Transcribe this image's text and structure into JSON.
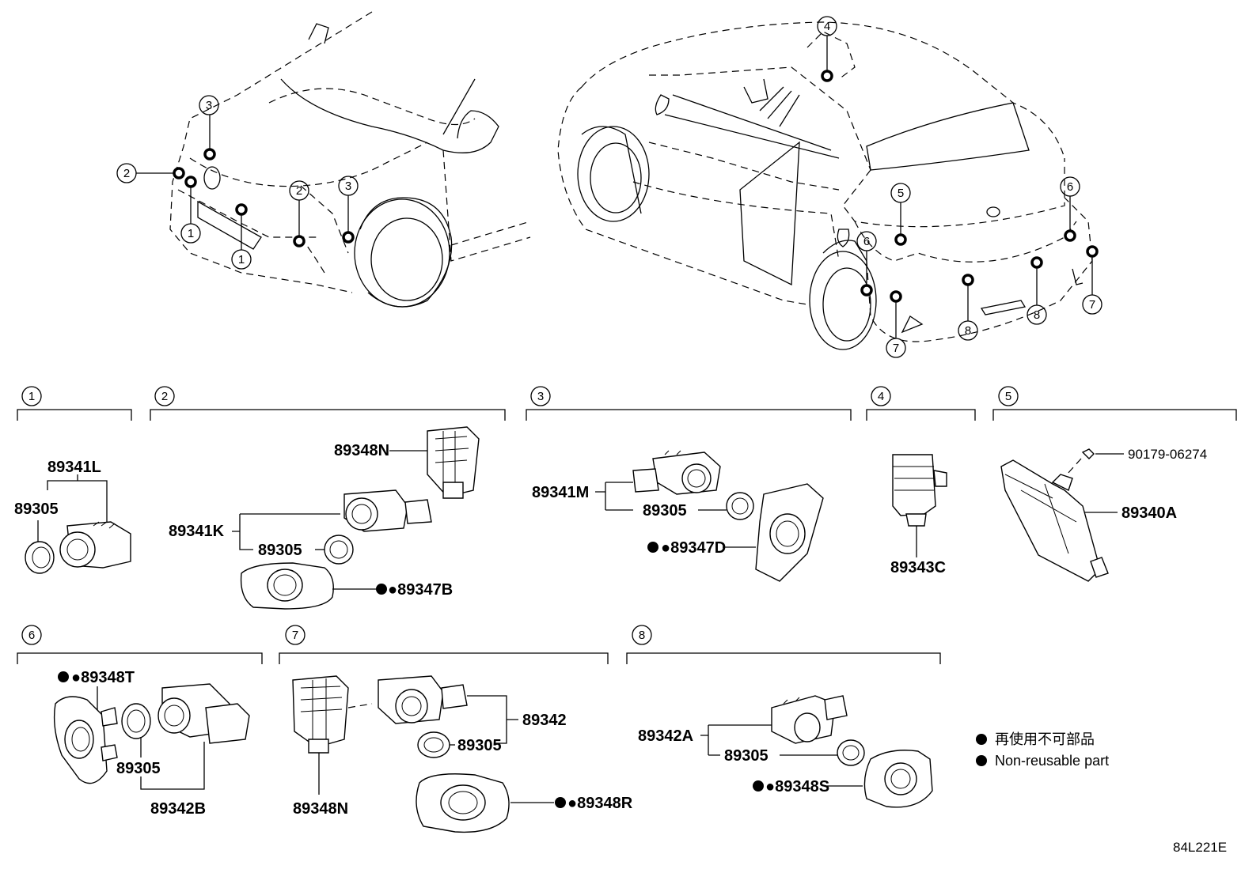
{
  "diagram_code": "84L221E",
  "legend": {
    "jp_text": "再使用不可部品",
    "en_text": "Non-reusable part"
  },
  "callouts": [
    "1",
    "2",
    "3",
    "4",
    "5",
    "6",
    "7",
    "8"
  ],
  "groups": [
    {
      "id": "1",
      "parts": {
        "sensor": "89341L",
        "ring": "89305"
      }
    },
    {
      "id": "2",
      "parts": {
        "retainer": "89348N",
        "sensor": "89341K",
        "ring": "89305",
        "cover": "●89347B"
      }
    },
    {
      "id": "3",
      "parts": {
        "sensor": "89341M",
        "ring": "89305",
        "cover": "●89347D"
      }
    },
    {
      "id": "4",
      "parts": {
        "sensor": "89343C"
      }
    },
    {
      "id": "5",
      "parts": {
        "nut": "90179-06274",
        "ecu": "89340A"
      }
    },
    {
      "id": "6",
      "parts": {
        "cover": "●89348T",
        "ring": "89305",
        "sensor": "89342B"
      }
    },
    {
      "id": "7",
      "parts": {
        "sensor": "89342",
        "ring": "89305",
        "retainer": "89348N",
        "cover": "●89348R"
      }
    },
    {
      "id": "8",
      "parts": {
        "sensor": "89342A",
        "ring": "89305",
        "cover": "●89348S"
      }
    }
  ]
}
